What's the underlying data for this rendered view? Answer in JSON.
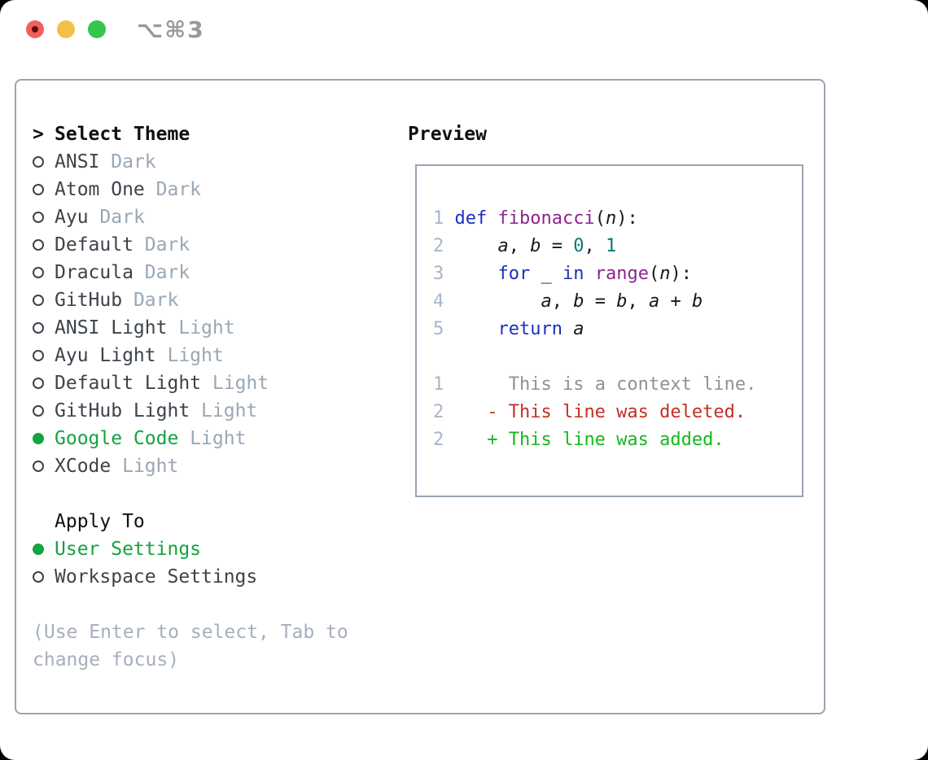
{
  "window": {
    "title": "⌥⌘3"
  },
  "colors": {
    "border": "#9aa5b1",
    "heading": "#0d1014",
    "item": "#3d434b",
    "muted": "#9aa7b5",
    "hint": "#a7afbc",
    "selection_green": "#12a440",
    "line_number": "#a9b6c6",
    "keyword_blue": "#1c2fbe",
    "function_purple": "#8e2390",
    "number_teal": "#0a7678",
    "code_text": "#16181d",
    "context_gray": "#8d9298",
    "deleted_red": "#c23022",
    "added_green": "#16b71e",
    "traffic_red": "#f2605a",
    "traffic_yellow": "#f3bf4b",
    "traffic_green": "#35c64d"
  },
  "theme_panel": {
    "header": {
      "prefix": ">",
      "label": "Select Theme"
    },
    "themes": [
      {
        "name": "ANSI",
        "variant": "Dark",
        "selected": false
      },
      {
        "name": "Atom One",
        "variant": "Dark",
        "selected": false
      },
      {
        "name": "Ayu",
        "variant": "Dark",
        "selected": false
      },
      {
        "name": "Default",
        "variant": "Dark",
        "selected": false
      },
      {
        "name": "Dracula",
        "variant": "Dark",
        "selected": false
      },
      {
        "name": "GitHub",
        "variant": "Dark",
        "selected": false
      },
      {
        "name": "ANSI Light",
        "variant": "Light",
        "selected": false
      },
      {
        "name": "Ayu Light",
        "variant": "Light",
        "selected": false
      },
      {
        "name": "Default Light",
        "variant": "Light",
        "selected": false
      },
      {
        "name": "GitHub Light",
        "variant": "Light",
        "selected": false
      },
      {
        "name": "Google Code",
        "variant": "Light",
        "selected": true
      },
      {
        "name": "XCode",
        "variant": "Light",
        "selected": false
      }
    ],
    "apply_to": {
      "label": "Apply To",
      "options": [
        {
          "label": "User Settings",
          "selected": true
        },
        {
          "label": "Workspace Settings",
          "selected": false
        }
      ]
    },
    "hint_lines": [
      "(Use Enter to select, Tab to",
      "change focus)"
    ]
  },
  "preview": {
    "label": "Preview",
    "code_lines": [
      [
        {
          "t": "1 ",
          "c": "ln"
        },
        {
          "t": "def ",
          "c": "kw"
        },
        {
          "t": "fibonacci",
          "c": "fn"
        },
        {
          "t": "(",
          "c": "pl"
        },
        {
          "t": "n",
          "c": "var"
        },
        {
          "t": "):",
          "c": "pl"
        }
      ],
      [
        {
          "t": "2",
          "c": "ln"
        },
        {
          "t": "     ",
          "c": "pl"
        },
        {
          "t": "a",
          "c": "var"
        },
        {
          "t": ", ",
          "c": "pl"
        },
        {
          "t": "b",
          "c": "var"
        },
        {
          "t": " = ",
          "c": "pl"
        },
        {
          "t": "0",
          "c": "num"
        },
        {
          "t": ", ",
          "c": "pl"
        },
        {
          "t": "1",
          "c": "num"
        }
      ],
      [
        {
          "t": "3",
          "c": "ln"
        },
        {
          "t": "     ",
          "c": "pl"
        },
        {
          "t": "for",
          "c": "kw"
        },
        {
          "t": " _ ",
          "c": "pl"
        },
        {
          "t": "in",
          "c": "kw"
        },
        {
          "t": " ",
          "c": "pl"
        },
        {
          "t": "range",
          "c": "fn"
        },
        {
          "t": "(",
          "c": "pl"
        },
        {
          "t": "n",
          "c": "var"
        },
        {
          "t": "):",
          "c": "pl"
        }
      ],
      [
        {
          "t": "4",
          "c": "ln"
        },
        {
          "t": "         ",
          "c": "pl"
        },
        {
          "t": "a",
          "c": "var"
        },
        {
          "t": ", ",
          "c": "pl"
        },
        {
          "t": "b",
          "c": "var"
        },
        {
          "t": " = ",
          "c": "pl"
        },
        {
          "t": "b",
          "c": "var"
        },
        {
          "t": ", ",
          "c": "pl"
        },
        {
          "t": "a",
          "c": "var"
        },
        {
          "t": " + ",
          "c": "pl"
        },
        {
          "t": "b",
          "c": "var"
        }
      ],
      [
        {
          "t": "5",
          "c": "ln"
        },
        {
          "t": "     ",
          "c": "pl"
        },
        {
          "t": "return",
          "c": "kw"
        },
        {
          "t": " ",
          "c": "pl"
        },
        {
          "t": "a",
          "c": "var"
        }
      ],
      [],
      [
        {
          "t": "1",
          "c": "ln"
        },
        {
          "t": "      ",
          "c": "pl"
        },
        {
          "t": "This is a context line.",
          "c": "ctx"
        }
      ],
      [
        {
          "t": "2",
          "c": "ln"
        },
        {
          "t": "    ",
          "c": "pl"
        },
        {
          "t": "- This line was deleted.",
          "c": "del"
        }
      ],
      [
        {
          "t": "2",
          "c": "ln"
        },
        {
          "t": "    ",
          "c": "pl"
        },
        {
          "t": "+ This line was added.",
          "c": "add"
        }
      ]
    ]
  }
}
